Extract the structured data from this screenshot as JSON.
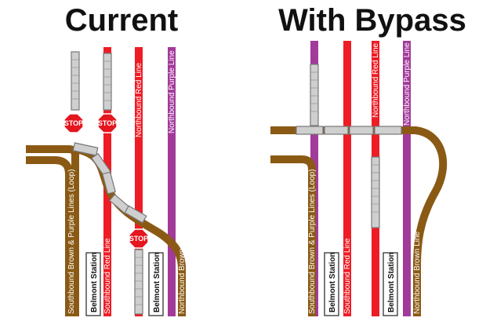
{
  "panels": {
    "current": {
      "title": "Current"
    },
    "bypass": {
      "title": "With Bypass"
    }
  },
  "labels": {
    "southbound_brown_purple": "Southbound Brown & Purple Lines (Loop)",
    "southbound_red": "Southbound Red Line",
    "northbound_red": "Northbound Red Line",
    "northbound_purple": "Northbound Purple Line",
    "northbound_brown": "Northbound Brown Line",
    "station": "Belmont Station",
    "stop": "STOP"
  },
  "colors": {
    "brown": "#8a5a14",
    "red": "#ee1c25",
    "purple": "#a23a9a",
    "train_fill": "#cfcfcf",
    "train_stroke": "#777777",
    "stop": "#e4161e"
  }
}
